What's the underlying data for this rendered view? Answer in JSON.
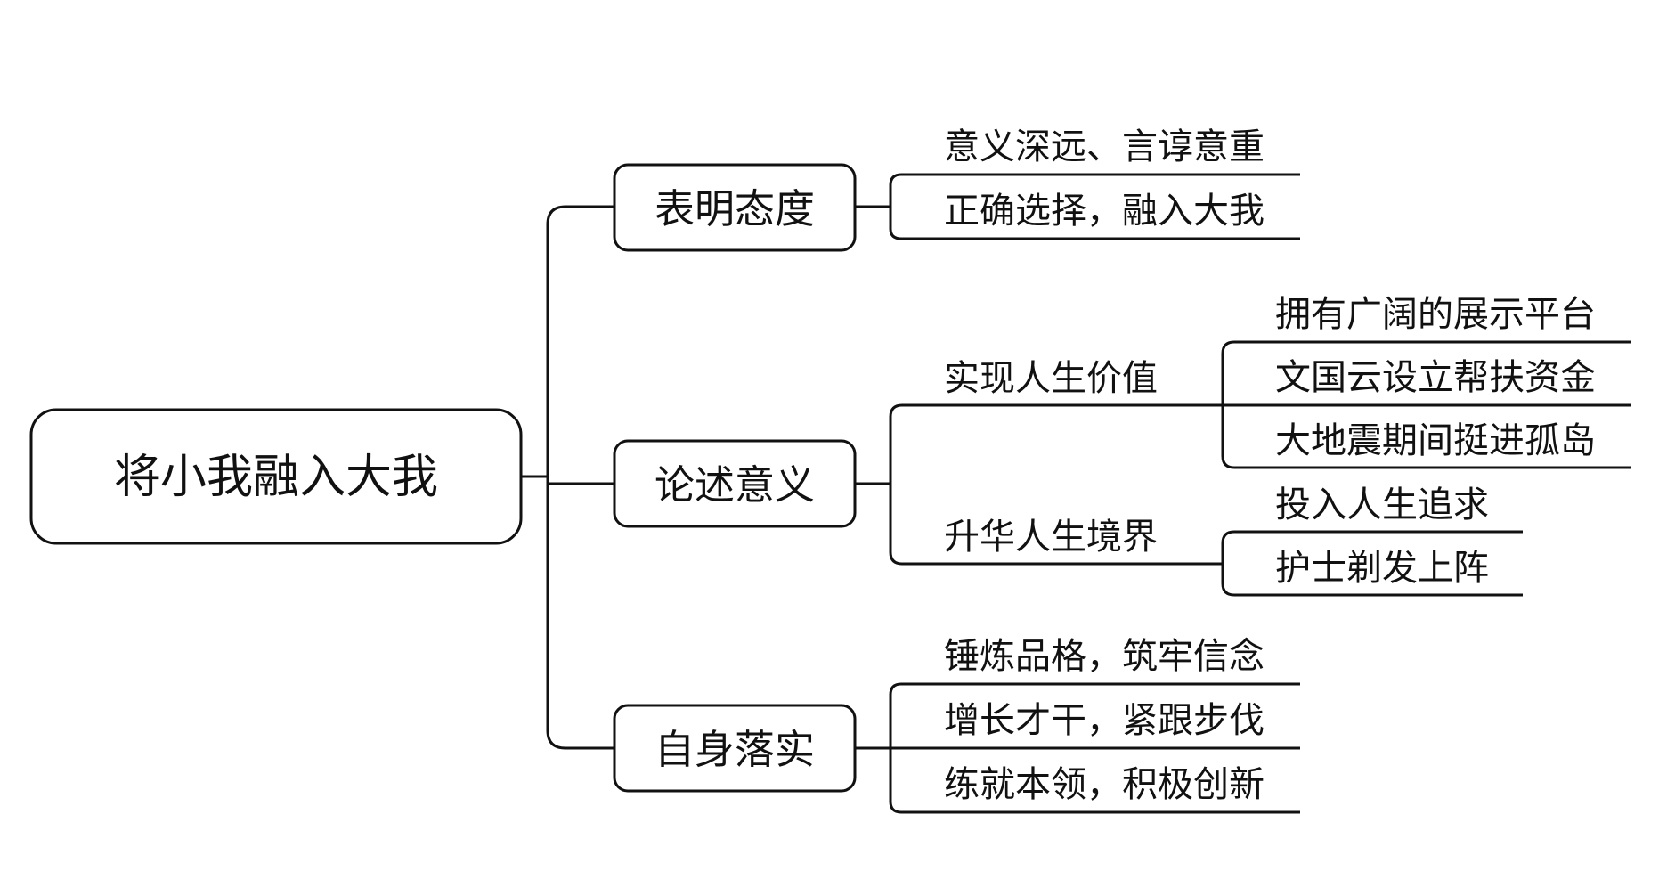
{
  "root": {
    "label": "将小我融入大我"
  },
  "branches": [
    {
      "label": "表明态度",
      "children": [
        {
          "label": "意义深远、言谆意重"
        },
        {
          "label": "正确选择，融入大我"
        }
      ]
    },
    {
      "label": "论述意义",
      "children": [
        {
          "label": "实现人生价值",
          "children": [
            {
              "label": "拥有广阔的展示平台"
            },
            {
              "label": "文国云设立帮扶资金"
            },
            {
              "label": "大地震期间挺进孤岛"
            }
          ]
        },
        {
          "label": "升华人生境界",
          "children": [
            {
              "label": "投入人生追求"
            },
            {
              "label": "护士剃发上阵"
            }
          ]
        }
      ]
    },
    {
      "label": "自身落实",
      "children": [
        {
          "label": "锤炼品格，筑牢信念"
        },
        {
          "label": "增长才干，紧跟步伐"
        },
        {
          "label": "练就本领，积极创新"
        }
      ]
    }
  ]
}
